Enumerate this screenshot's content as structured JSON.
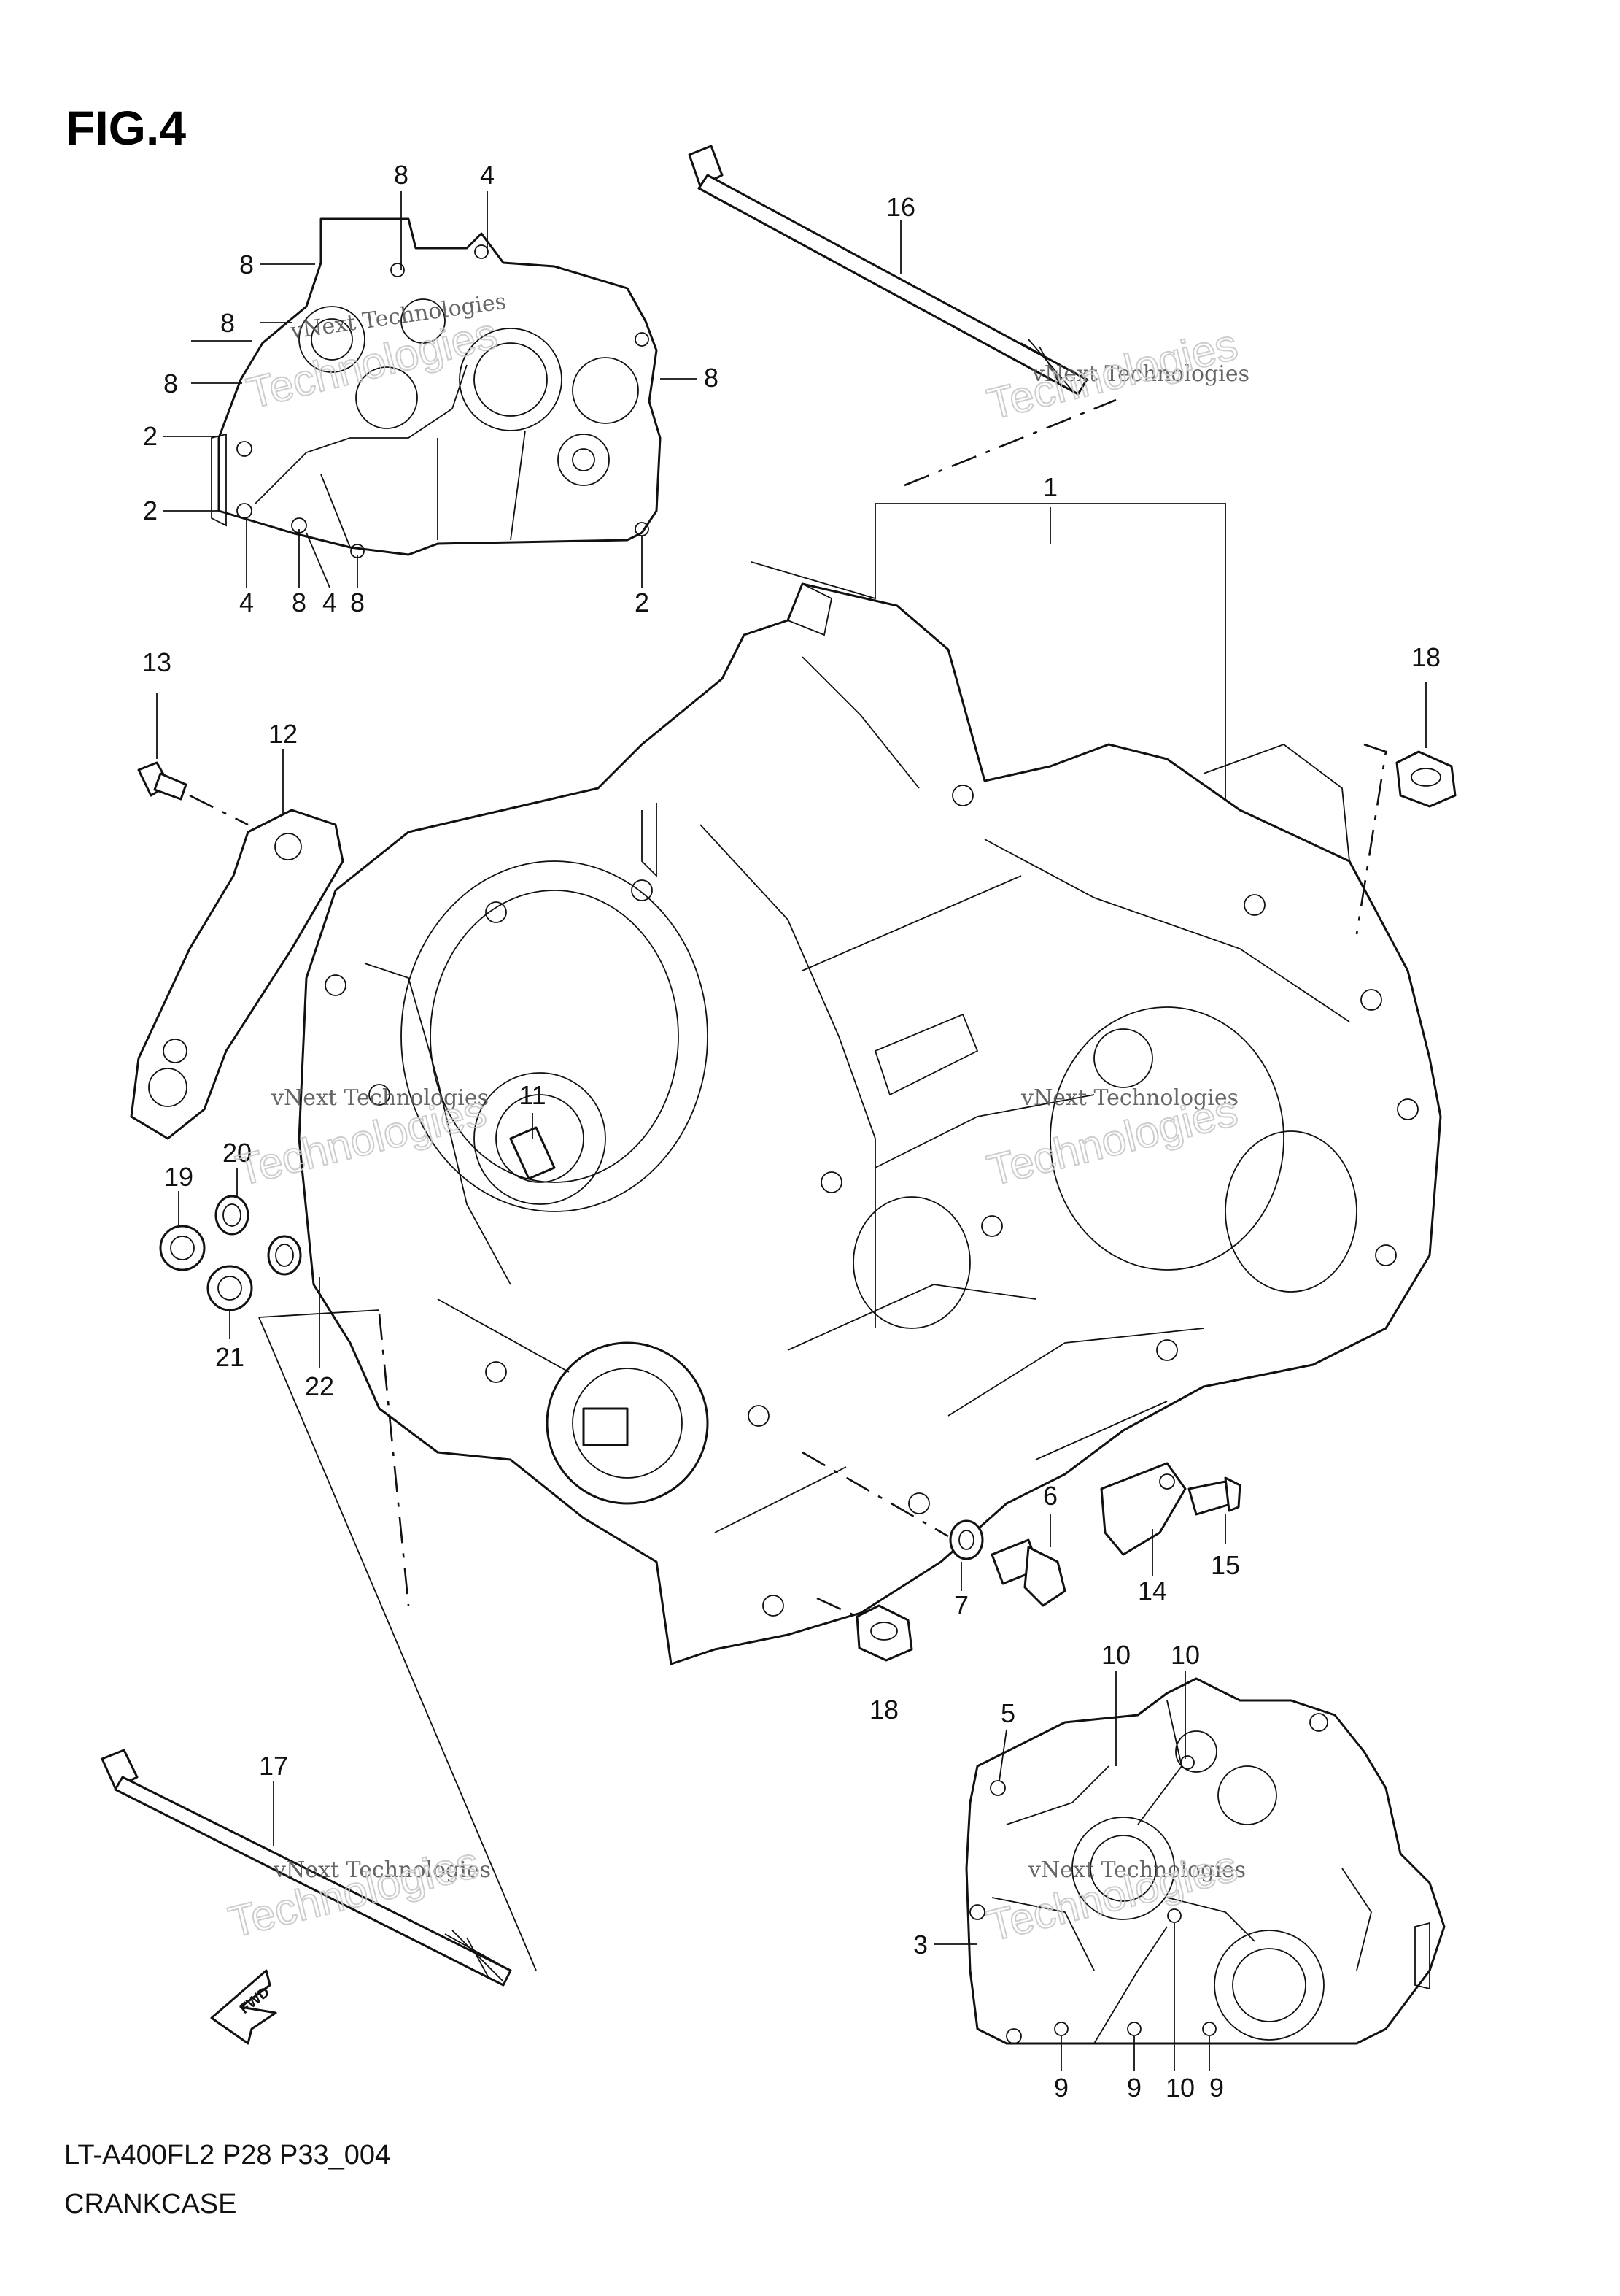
{
  "figure": {
    "title": "FIG.4"
  },
  "caption": {
    "code": "LT-A400FL2 P28 P33_004",
    "name": "CRANKCASE"
  },
  "watermark": {
    "text": "vNext Technologies",
    "outline_text": "Technologies"
  },
  "fwd_badge": {
    "text": "FWD"
  },
  "callouts": {
    "c1": "1",
    "c2a": "2",
    "c2b": "2",
    "c2c": "2",
    "c3": "3",
    "c4a": "4",
    "c4b": "4",
    "c4c": "4",
    "c5": "5",
    "c6": "6",
    "c7": "7",
    "c8a": "8",
    "c8b": "8",
    "c8c": "8",
    "c8d": "8",
    "c8e": "8",
    "c8f": "8",
    "c8g": "8",
    "c9a": "9",
    "c9b": "9",
    "c9c": "9",
    "c10a": "10",
    "c10b": "10",
    "c10c": "10",
    "c11": "11",
    "c12": "12",
    "c13": "13",
    "c14": "14",
    "c15": "15",
    "c16": "16",
    "c17": "17",
    "c18a": "18",
    "c18b": "18",
    "c19": "19",
    "c20": "20",
    "c21": "21",
    "c22": "22"
  }
}
